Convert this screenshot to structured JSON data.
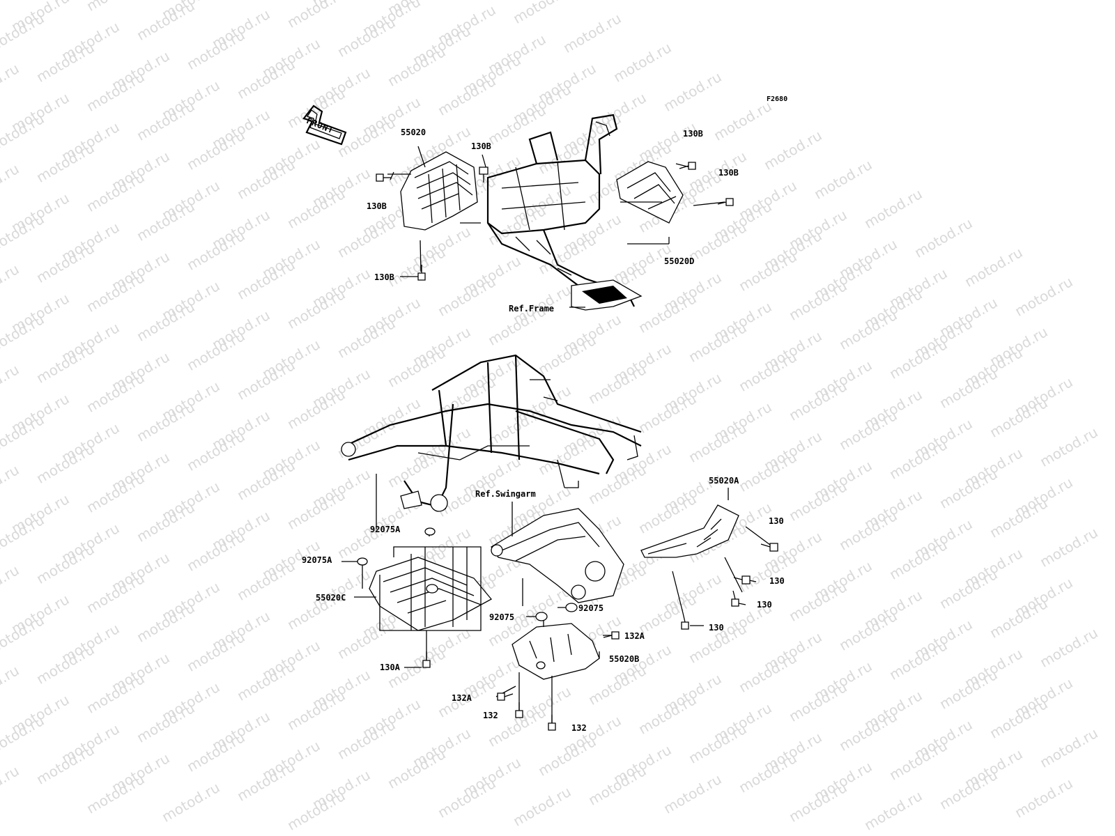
{
  "diagram_id": "F2680",
  "front_label": "FRONT",
  "watermark_text": "motod.ru",
  "references": {
    "frame": "Ref.Frame",
    "swingarm": "Ref.Swingarm"
  },
  "labels": {
    "l55020": "55020",
    "l130b_top": "130B",
    "l130b_left": "130B",
    "l130b_bottom": "130B",
    "l130b_right1": "130B",
    "l130b_right2": "130B",
    "l55020d": "55020D",
    "l55020a": "55020A",
    "l130_1": "130",
    "l130_2": "130",
    "l130_3": "130",
    "l130_4": "130",
    "l92075a_1": "92075A",
    "l92075a_2": "92075A",
    "l55020c": "55020C",
    "l130a": "130A",
    "l92075_1": "92075",
    "l92075_2": "92075",
    "l132a_1": "132A",
    "l132a_2": "132A",
    "l55020b": "55020B",
    "l132_1": "132",
    "l132_2": "132"
  }
}
